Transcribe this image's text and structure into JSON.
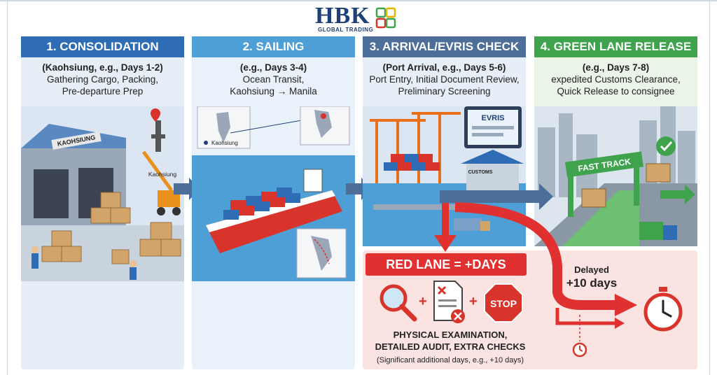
{
  "brand": {
    "name": "HBK",
    "tagline": "GLOBAL TRADING"
  },
  "steps": [
    {
      "title": "1. CONSOLIDATION",
      "line1": "(Kaohsiung, e.g., Days 1-2)",
      "line2": "Gathering Cargo, Packing,",
      "line3": "Pre-departure Prep",
      "color": "#2e6cb5"
    },
    {
      "title": "2. SAILING",
      "line1": "(e.g., Days 3-4)",
      "line2": "Ocean Transit,",
      "line3": "Kaohsiung → Manila",
      "color": "#4d9fd6"
    },
    {
      "title": "3. ARRIVAL/EVRIS CHECK",
      "line1": "(Port Arrival, e.g., Days 5-6)",
      "line2": "Port Entry, Initial Document Review,",
      "line3": "Preliminary Screening",
      "color": "#4c6e99"
    },
    {
      "title": "4. GREEN LANE RELEASE",
      "line1": "(e.g., Days 7-8)",
      "line2": "expedited Customs Clearance,",
      "line3": "Quick Release to consignee",
      "color": "#3fa34d"
    }
  ],
  "labels": {
    "warehouse": "KAOHSIUNG",
    "city1": "Kaohsiung",
    "map_city": "Kaohsiung",
    "evris": "EVRIS",
    "customs": "CUSTOMS",
    "fast_track": "FAST TRACK",
    "stop": "STOP"
  },
  "red_lane": {
    "title": "RED LANE = +DAYS",
    "line1": "PHYSICAL EXAMINATION,",
    "line2": "DETAILED AUDIT, EXTRA CHECKS",
    "note": "(Significant additional days, e.g., +10 days)",
    "delay_label": "Delayed",
    "delay_value": "+10 days"
  },
  "colors": {
    "red": "#e03030",
    "green": "#3fa34d",
    "navy": "#1e3f78"
  }
}
